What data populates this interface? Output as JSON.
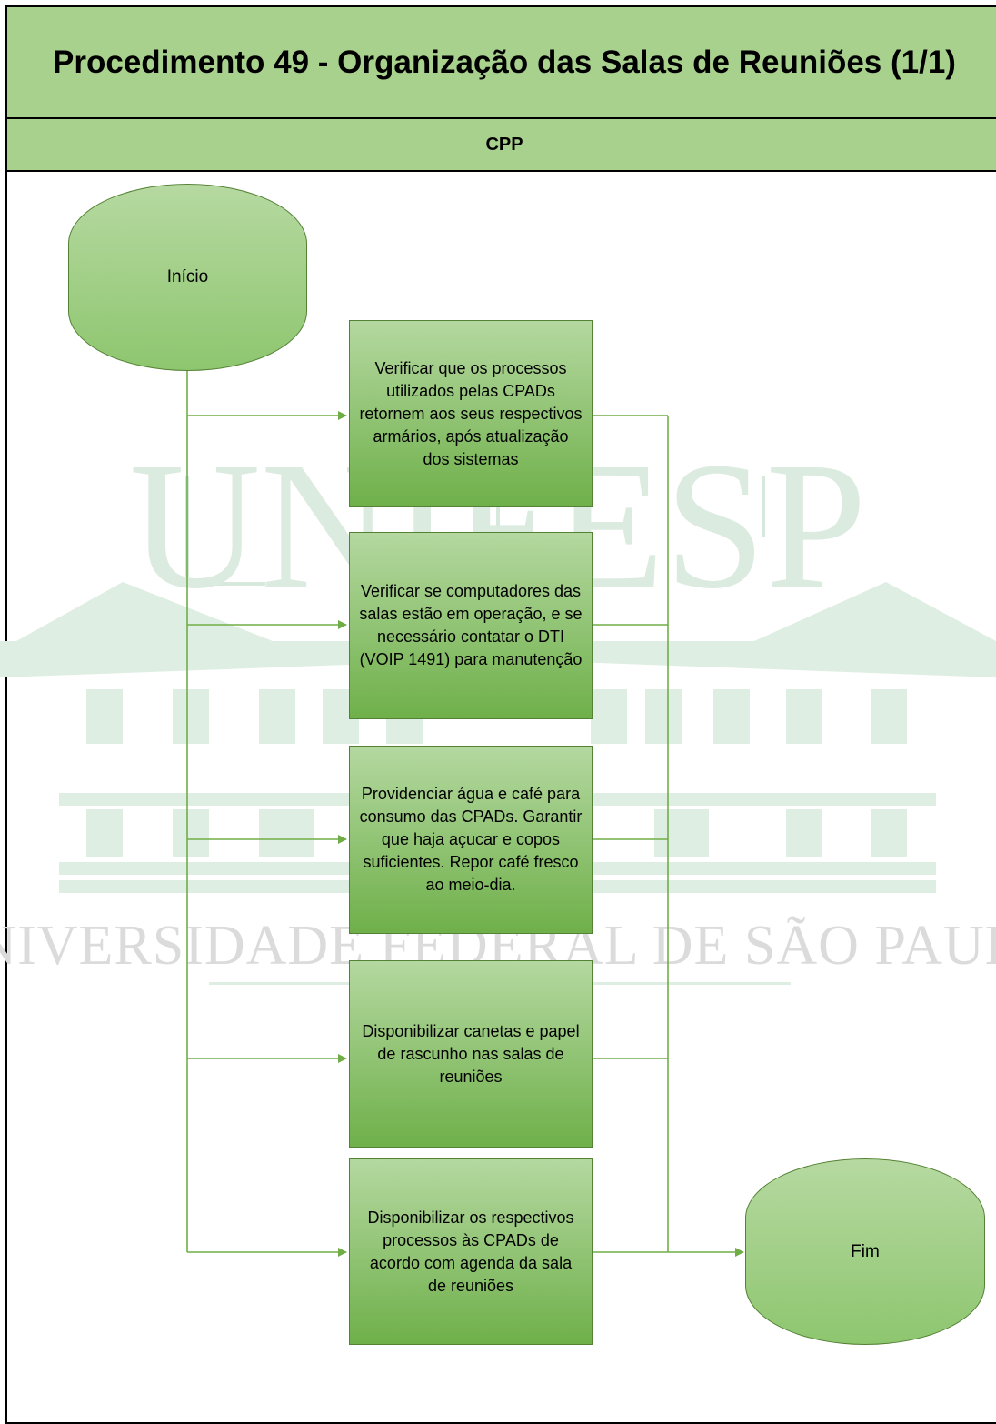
{
  "diagram": {
    "title": "Procedimento 49 - Organização das Salas de Reuniões (1/1)",
    "lane": "CPP",
    "watermark": {
      "wordmark": "UNIFESP",
      "subtitle": "UNIVERSIDADE FEDERAL DE SÃO PAULO"
    },
    "start": "Início",
    "end": "Fim",
    "steps": [
      "Verificar que os processos utilizados pelas CPADs retornem aos seus respectivos armários, após atualização dos sistemas",
      "Verificar se computadores das salas estão em operação, e se necessário contatar o DTI (VOIP 1491) para manutenção",
      "Providenciar água e café para consumo das CPADs. Garantir que haja açucar e copos suficientes. Repor café fresco ao meio-dia.",
      "Disponibilizar canetas e papel de rascunho nas salas de reuniões",
      "Disponibilizar os respectivos processos às CPADs de acordo com agenda da sala de reuniões"
    ],
    "colors": {
      "header": "#a9d18e",
      "shape_fill": "#8ec66f",
      "stroke": "#548235",
      "watermark": "#dfeee3"
    }
  }
}
